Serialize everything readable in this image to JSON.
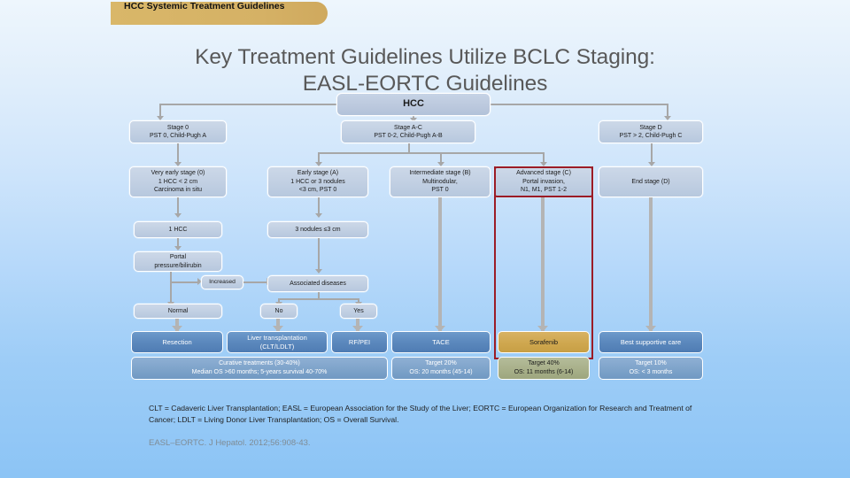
{
  "banner": {
    "text": "HCC Systemic Treatment Guidelines"
  },
  "title": {
    "line1": "Key Treatment Guidelines Utilize BCLC Staging:",
    "line2": "EASL-EORTC Guidelines"
  },
  "root": {
    "label": "HCC"
  },
  "stage_row": [
    {
      "label": "Stage 0\nPST 0, Child-Pugh A"
    },
    {
      "label": "Stage A-C\nPST 0-2, Child-Pugh A-B"
    },
    {
      "label": "Stage D\nPST > 2, Child-Pugh C"
    }
  ],
  "substage_row": [
    {
      "label": "Very early stage (0)\n1 HCC < 2 cm\nCarcinoma in situ"
    },
    {
      "label": "Early stage (A)\n1 HCC or 3 nodules\n<3 cm, PST 0"
    },
    {
      "label": "Intermediate stage (B)\nMultinodular,\nPST 0"
    },
    {
      "label": "Advanced stage (C)\nPortal invasion,\nN1, M1, PST 1-2"
    },
    {
      "label": "End stage (D)"
    }
  ],
  "branch": {
    "single_hcc": "1 HCC",
    "three_nodules": "3 nodules ≤3 cm",
    "portal_pressure": "Portal\npressure/bilirubin",
    "increased": "Increased",
    "associated_diseases": "Associated diseases",
    "normal": "Normal",
    "no": "No",
    "yes": "Yes"
  },
  "treatments": [
    {
      "label": "Resection"
    },
    {
      "label": "Liver transplantation\n(CLT/LDLT)"
    },
    {
      "label": "RF/PEI"
    },
    {
      "label": "TACE"
    },
    {
      "label": "Sorafenib"
    },
    {
      "label": "Best supportive care"
    }
  ],
  "outcomes": [
    {
      "label": "Curative treatments (30-40%)\nMedian OS >60 months; 5-years survival 40-70%"
    },
    {
      "label": "Target 20%\nOS: 20 months (45-14)"
    },
    {
      "label": "Target 40%\nOS: 11 months (6-14)"
    },
    {
      "label": "Target 10%\nOS: < 3 months"
    }
  ],
  "footnote": "CLT = Cadaveric Liver Transplantation; EASL = European Association for the Study of the Liver; EORTC = European Organization for Research and Treatment of Cancer; LDLT = Living Donor Liver Transplantation; OS = Overall Survival.",
  "citation": "EASL–EORTC. J Hepatol. 2012;56:908-43.",
  "colors": {
    "highlight": "#9b1c26",
    "accent_gold": "#cfa74f",
    "node_fill": "#c2d0e3",
    "treatment_fill": "#5b88bd"
  }
}
